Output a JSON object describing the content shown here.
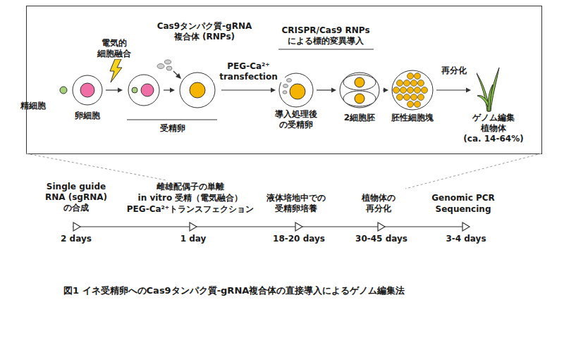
{
  "diagram": {
    "caption": "図1 イネ受精卵へのCas9タンパク質-gRNA複合体の直接導入によるゲノム編集法",
    "nodes": [
      {
        "text": [
          "精細胞"
        ]
      },
      {
        "text": [
          "卵細胞"
        ]
      },
      {
        "text": [
          "受精卵"
        ]
      },
      {
        "text": [
          "導入処理後 の受精卵"
        ]
      },
      {
        "text": [
          "2細胞胚"
        ]
      },
      {
        "text": [
          "胚性細胞塊"
        ]
      },
      {
        "text": [
          "ゲノム編集 植物体",
          "(ca. 14-64%)"
        ]
      }
    ],
    "edges": [
      {
        "from": 1,
        "to": 2,
        "arrow": "to",
        "label": "電気的 細胞融合"
      },
      {
        "from": 2,
        "to": 3,
        "arrow": "to",
        "label": "PEG-Ca²⁺ transfection"
      },
      {
        "from": 3,
        "to": 4,
        "arrow": "to"
      },
      {
        "from": 4,
        "to": 5,
        "arrow": "to"
      },
      {
        "from": 5,
        "to": 6,
        "arrow": "to",
        "label": "再分化"
      }
    ],
    "labels": [
      "Cas9タンパク質-gRNA 複合体 (RNPs)",
      "CRISPR/Cas9 RNPs による標的変異導入",
      "Single guide RNA (sgRNA) の合成",
      "2 days",
      "雌雄配偶子の単離",
      "in vitro 受精（電気融合）",
      "PEG-Ca²⁺トランスフェクション",
      "1 day",
      "液体培地中での 受精卵培養",
      "18-20 days",
      "植物体の 再分化",
      "30-45 days",
      "Genomic PCR",
      "Sequencing",
      "3-4 days"
    ]
  }
}
